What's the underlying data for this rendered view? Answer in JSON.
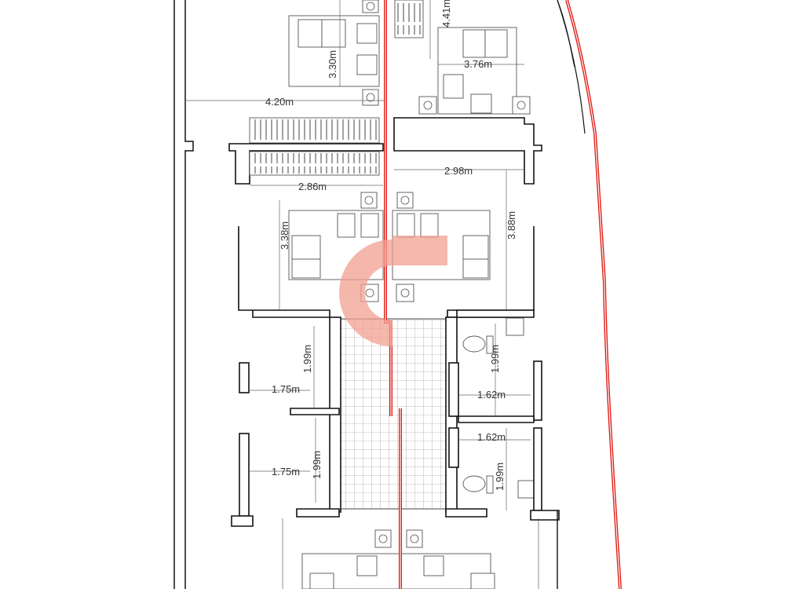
{
  "dimensions": {
    "room1_height": "3.30m",
    "room2_height": "4.41m",
    "room2_width": "3.76m",
    "corridor_width": "4.20m",
    "room3_width": "2.86m",
    "room4_width": "2.98m",
    "room3_height": "3.38m",
    "room4_height": "3.88m",
    "stall_l1_height": "1.99m",
    "stall_l1_width": "1.75m",
    "stall_l2_height": "1.99m",
    "stall_l2_width": "1.75m",
    "stall_r1_height": "1.99m",
    "stall_r1_width": "1.62m",
    "stall_r2_width": "1.62m",
    "stall_r2_height": "1.99m"
  },
  "colors": {
    "wall": "#111111",
    "section_line": "#e0201a",
    "watermark": "#f2a090"
  },
  "watermark_icon": "logo-c-icon"
}
